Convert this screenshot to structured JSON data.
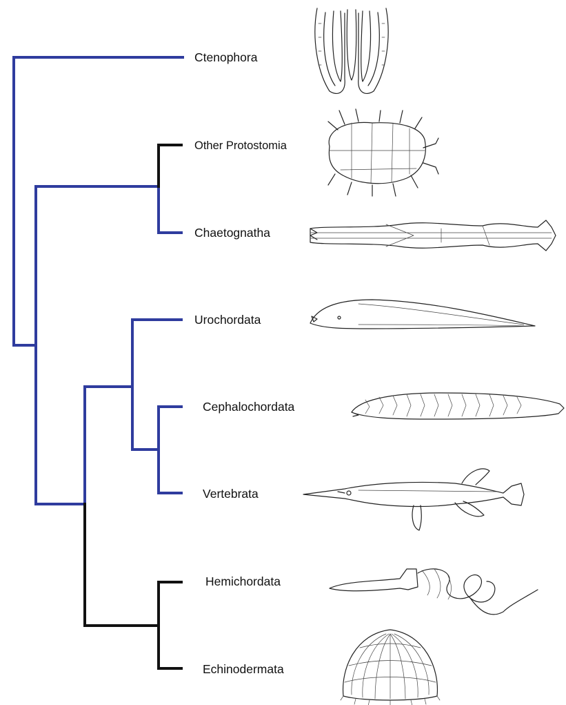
{
  "colors": {
    "highlight_branch": "#2f3c9e",
    "other_branch": "#111111",
    "text": "#111111"
  },
  "taxa": [
    {
      "id": "ctenophora",
      "label": "Ctenophora",
      "icon": "ctenophore-illustration",
      "branch": "highlight"
    },
    {
      "id": "other-protostomia",
      "label": "Other Protostomia",
      "icon": "tardigrade-illustration",
      "branch": "other"
    },
    {
      "id": "chaetognatha",
      "label": "Chaetognatha",
      "icon": "arrow-worm-illustration",
      "branch": "highlight"
    },
    {
      "id": "urochordata",
      "label": "Urochordata",
      "icon": "tunicate-larva-illustration",
      "branch": "highlight"
    },
    {
      "id": "cephalochordata",
      "label": "Cephalochordata",
      "icon": "lancelet-illustration",
      "branch": "highlight"
    },
    {
      "id": "vertebrata",
      "label": "Vertebrata",
      "icon": "gar-fish-illustration",
      "branch": "highlight"
    },
    {
      "id": "hemichordata",
      "label": "Hemichordata",
      "icon": "acorn-worm-illustration",
      "branch": "other"
    },
    {
      "id": "echinodermata",
      "label": "Echinodermata",
      "icon": "sea-urchin-illustration",
      "branch": "other"
    }
  ]
}
